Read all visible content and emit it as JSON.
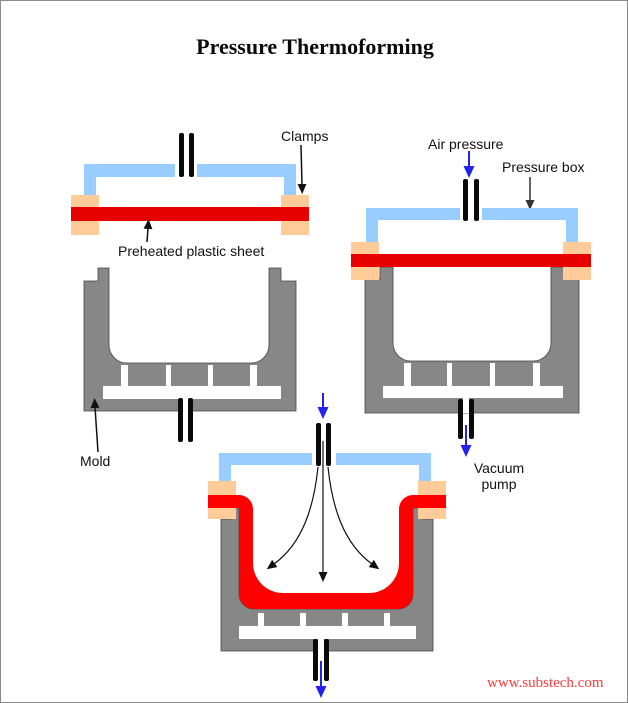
{
  "title": "Pressure Thermoforming",
  "watermark": "www.substech.com",
  "labels": {
    "clamps": "Clamps",
    "preheated_sheet": "Preheated plastic sheet",
    "mold": "Mold",
    "air_pressure": "Air pressure",
    "pressure_box": "Pressure box",
    "vacuum_pump_line1": "Vacuum",
    "vacuum_pump_line2": "pump"
  },
  "stages": [
    {
      "id": "stage-1",
      "description": "Preheated plastic sheet held by clamps above the mold"
    },
    {
      "id": "stage-2",
      "description": "Pressure box closed onto the mold over the sheet"
    },
    {
      "id": "stage-3",
      "description": "Air pressure forces the sheet into the mold while vacuum is drawn"
    }
  ],
  "colors": {
    "sheet_red": "#e60000",
    "formed_red": "#ff0000",
    "clamp_tan": "#ffcc99",
    "box_blue": "#99ccff",
    "mold_gray": "#878787",
    "arrow_blue": "#2222ee",
    "watermark_red": "#ff3a3a"
  }
}
